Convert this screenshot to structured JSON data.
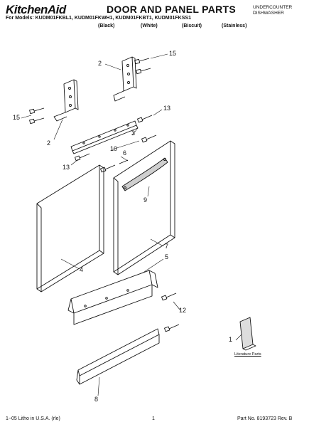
{
  "header": {
    "brand_logo": "KitchenAid",
    "title": "DOOR AND PANEL PARTS",
    "side_note_line1": "UNDERCOUNTER",
    "side_note_line2": "DISHWASHER",
    "models_line": "For Models: KUDM01FKBL1, KUDM01FKWH1, KUDM01FKBT1, KUDM01FKSS1",
    "variants": [
      "(Black)",
      "(White)",
      "(Biscuit)",
      "(Stainless)"
    ]
  },
  "callouts": {
    "c15_right": "15",
    "c2_top": "2",
    "c15_left": "15",
    "c13_right": "13",
    "c3": "3",
    "c2_left": "2",
    "c10": "10",
    "c6": "6",
    "c13_left": "13",
    "c9": "9",
    "c7": "7",
    "c4": "4",
    "c5": "5",
    "c12": "12",
    "c1": "1",
    "c8": "8"
  },
  "literature_label": "Literature Parts",
  "footer": {
    "left": "1−05 Litho in U.S.A. (rle)",
    "center": "1",
    "right": "Part No. 8193723 Rev. B"
  },
  "colors": {
    "ink": "#111111",
    "panel_shade": "#dddddd",
    "handle_shade": "#cfcfcf"
  }
}
